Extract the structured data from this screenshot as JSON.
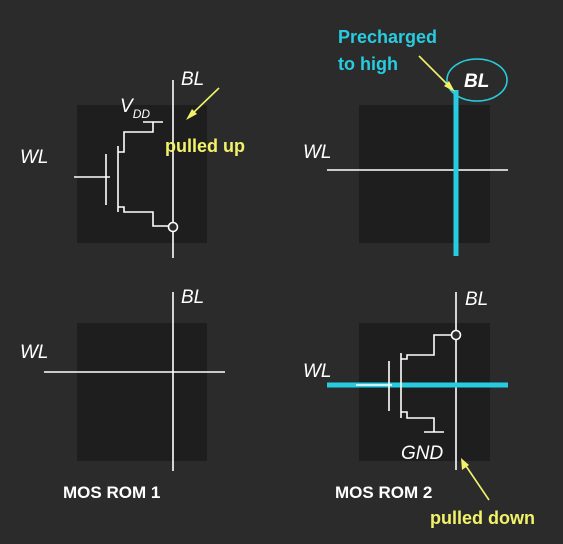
{
  "labels": {
    "bl": "BL",
    "wl": "WL",
    "vdd_main": "V",
    "vdd_sub": "DD",
    "gnd": "GND"
  },
  "annotations": {
    "pulled_up": "pulled up",
    "pulled_down": "pulled down",
    "precharged_line1": "Precharged",
    "precharged_line2": "to high"
  },
  "captions": {
    "rom1": "MOS ROM 1",
    "rom2": "MOS ROM 2"
  },
  "colors": {
    "background": "#2b2b2b",
    "cell": "#1e1e1e",
    "wire": "#ffffff",
    "highlight": "#28cce0",
    "annotation": "#f2f26a"
  }
}
